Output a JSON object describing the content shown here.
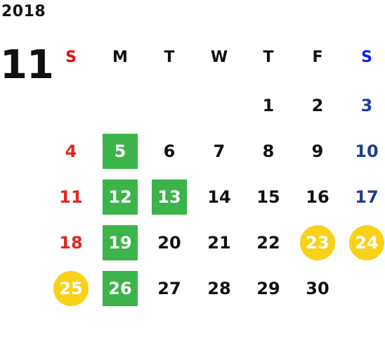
{
  "header": {
    "year": "2018",
    "month": "11"
  },
  "weekdays": [
    {
      "label": "S",
      "kind": "sun"
    },
    {
      "label": "M",
      "kind": "weekday"
    },
    {
      "label": "T",
      "kind": "weekday"
    },
    {
      "label": "W",
      "kind": "weekday"
    },
    {
      "label": "T",
      "kind": "weekday"
    },
    {
      "label": "F",
      "kind": "weekday"
    },
    {
      "label": "S",
      "kind": "sat"
    }
  ],
  "weeks": [
    [
      {
        "day": "",
        "style": "none"
      },
      {
        "day": "",
        "style": "none"
      },
      {
        "day": "",
        "style": "none"
      },
      {
        "day": "",
        "style": "none"
      },
      {
        "day": "1",
        "style": "none"
      },
      {
        "day": "2",
        "style": "none"
      },
      {
        "day": "3",
        "style": "sat"
      }
    ],
    [
      {
        "day": "4",
        "style": "sun"
      },
      {
        "day": "5",
        "style": "green"
      },
      {
        "day": "6",
        "style": "none"
      },
      {
        "day": "7",
        "style": "none"
      },
      {
        "day": "8",
        "style": "none"
      },
      {
        "day": "9",
        "style": "none"
      },
      {
        "day": "10",
        "style": "sat"
      }
    ],
    [
      {
        "day": "11",
        "style": "sun"
      },
      {
        "day": "12",
        "style": "green"
      },
      {
        "day": "13",
        "style": "green"
      },
      {
        "day": "14",
        "style": "none"
      },
      {
        "day": "15",
        "style": "none"
      },
      {
        "day": "16",
        "style": "none"
      },
      {
        "day": "17",
        "style": "sat"
      }
    ],
    [
      {
        "day": "18",
        "style": "sun"
      },
      {
        "day": "19",
        "style": "green"
      },
      {
        "day": "20",
        "style": "none"
      },
      {
        "day": "21",
        "style": "none"
      },
      {
        "day": "22",
        "style": "none"
      },
      {
        "day": "23",
        "style": "circle"
      },
      {
        "day": "24",
        "style": "circle"
      }
    ],
    [
      {
        "day": "25",
        "style": "circle"
      },
      {
        "day": "26",
        "style": "green"
      },
      {
        "day": "27",
        "style": "none"
      },
      {
        "day": "28",
        "style": "none"
      },
      {
        "day": "29",
        "style": "none"
      },
      {
        "day": "30",
        "style": "none"
      },
      {
        "day": "",
        "style": "none"
      }
    ]
  ],
  "colors": {
    "sunday_text": "#e2271d",
    "saturday_text": "#1f3f94",
    "weekday_text": "#111111",
    "highlight_green": "#3bb44a",
    "highlight_yellow": "#f7d218"
  }
}
